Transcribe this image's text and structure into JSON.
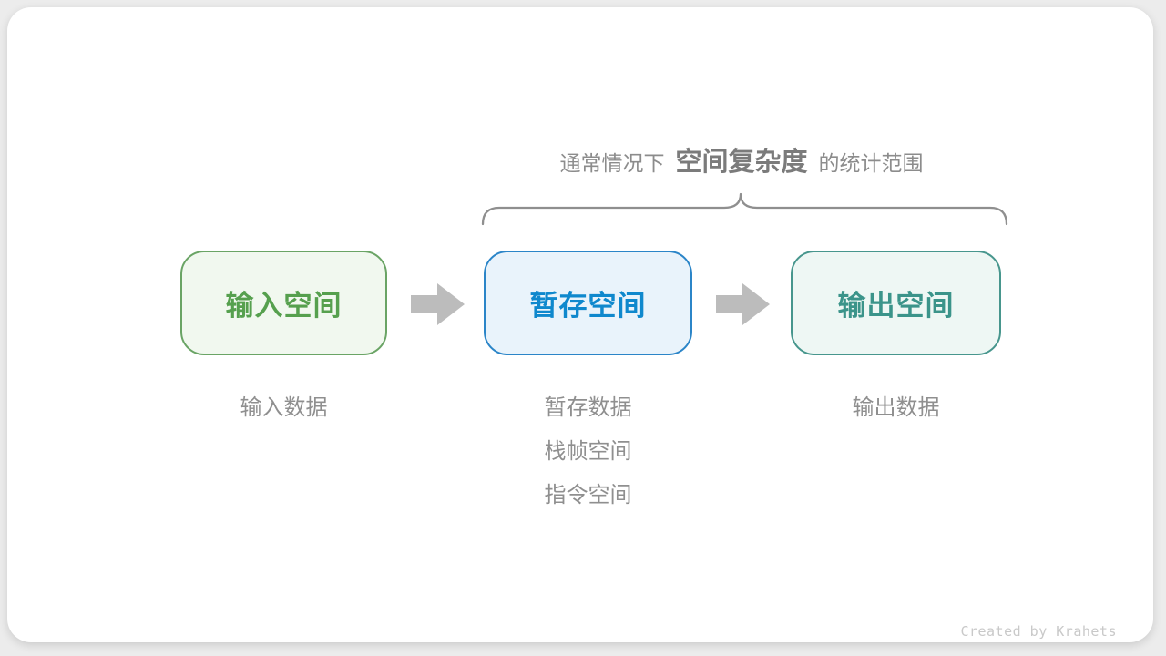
{
  "header": {
    "title_prefix": "通常情况下",
    "title_highlight": "空间复杂度",
    "title_suffix": "的统计范围"
  },
  "boxes": [
    {
      "label": "输入空间",
      "border_color": "#6aa465",
      "background_color": "#f1f8ef",
      "text_color": "#56a04e"
    },
    {
      "label": "暂存空间",
      "border_color": "#2b85c8",
      "background_color": "#e9f3fb",
      "text_color": "#0f88cd"
    },
    {
      "label": "输出空间",
      "border_color": "#47968d",
      "background_color": "#eef7f4",
      "text_color": "#3b948a"
    }
  ],
  "annotations": {
    "input": [
      "输入数据"
    ],
    "temp": [
      "暂存数据",
      "栈帧空间",
      "指令空间"
    ],
    "output": [
      "输出数据"
    ]
  },
  "icons": {
    "brace": "curly-brace-top",
    "arrow": "right-block-arrow"
  },
  "footer": {
    "credit": "Created by Krahets"
  },
  "colors": {
    "page_background": "#ececec",
    "card_background": "#ffffff",
    "title_text": "#8c8c8c",
    "title_highlight_text": "#7b7b7b",
    "brace_stroke": "#8f8f8f",
    "arrow_fill": "#bcbcbc",
    "annotation_text": "#8f8f8f",
    "credit_text": "#c9c9c9"
  }
}
